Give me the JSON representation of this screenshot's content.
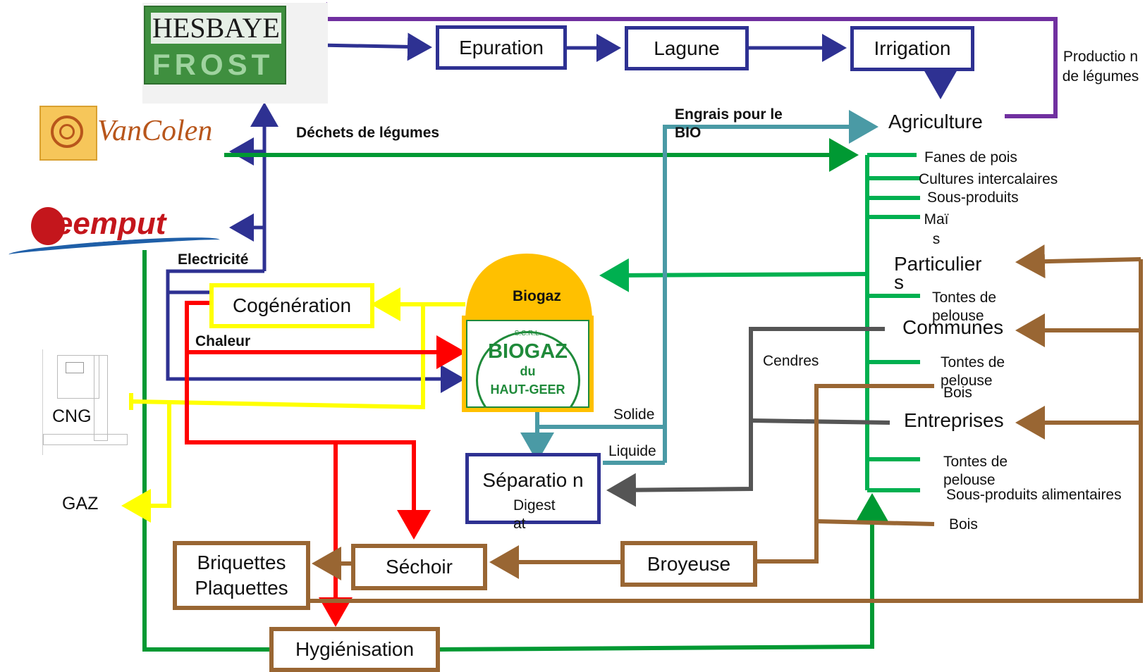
{
  "logos": {
    "hesbaye": {
      "line1": "HESBAYE",
      "line2": "FROST"
    },
    "vancolen": "VanColen",
    "leemput": "Leemput",
    "biogaz": {
      "line1": "S.C.R.L.",
      "line2": "BIOGAZ",
      "line3": "du",
      "line4": "HAUT-GEER"
    }
  },
  "boxes": {
    "epuration": "Epuration",
    "lagune": "Lagune",
    "irrigation": "Irrigation",
    "cogeneration": "Cogénération",
    "separation": "Séparatio n",
    "briquettes": "Briquettes Plaquettes",
    "sechoir": "Séchoir",
    "broyeuse": "Broyeuse",
    "hygienisation": "Hygiénisation"
  },
  "labels": {
    "production": "Productio n de légumes",
    "agriculture": "Agriculture",
    "engrais": "Engrais pour le BIO",
    "dechets": "Déchets de légumes",
    "electricite": "Electricité",
    "chaleur": "Chaleur",
    "biogaz": "Biogaz",
    "cng": "CNG",
    "gaz": "GAZ",
    "solide": "Solide",
    "liquide": "Liquide",
    "digestat": "Digest at",
    "cendres": "Cendres",
    "particuliers": "Particulier s",
    "communes": "Communes",
    "entreprises": "Entreprises",
    "fanes": "Fanes de pois",
    "cultures": "Cultures intercalaires",
    "sousproduits": "Sous-produits",
    "mais": "Maï s",
    "tontes1": "Tontes de pelouse",
    "tontes2": "Tontes de pelouse",
    "bois1": "Bois",
    "tontes3": "Tontes de pelouse",
    "sousproduits_alim": "Sous-produits alimentaires",
    "bois2": "Bois"
  },
  "colors": {
    "navy": "#2e3192",
    "green": "#009933",
    "lightgreen": "#00b050",
    "purple": "#7030a0",
    "teal": "#4a9aa5",
    "yellow": "#ffff00",
    "red": "#ff0000",
    "brown": "#996633",
    "gray": "#555555",
    "orange": "#ffc000"
  }
}
